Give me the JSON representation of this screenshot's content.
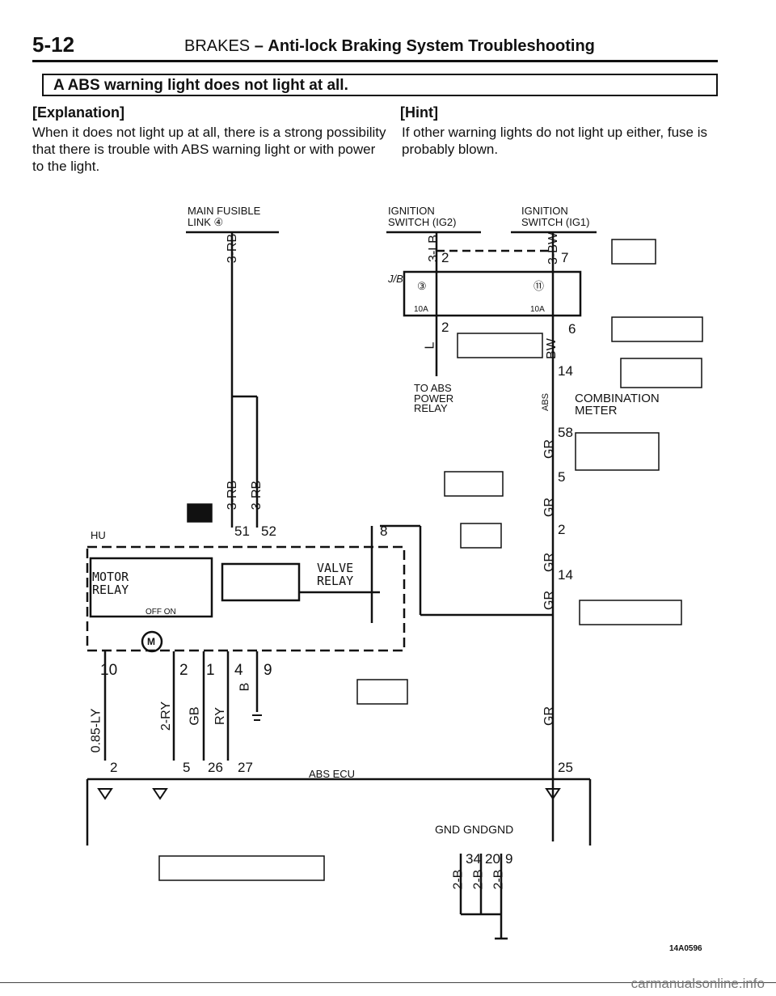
{
  "header": {
    "page_number": "5-12",
    "section": "BRAKES",
    "dash": "–",
    "subtitle": "Anti-lock Braking System Troubleshooting"
  },
  "symptom_box": "A ABS warning light does not light at all.",
  "explanation": {
    "heading": "[Explanation]",
    "text": "When it does not light up at all, there is a strong possibility that there is trouble with ABS warning light or with power to the light."
  },
  "hint": {
    "heading": "[Hint]",
    "text": "If other warning lights do not light up either, fuse is probably blown."
  },
  "diagram": {
    "labels": {
      "main_fusible": "MAIN FUSIBLE",
      "link": "LINK ④",
      "ign_ig2_a": "IGNITION",
      "ign_ig2_b": "SWITCH (IG2)",
      "ign_ig1_a": "IGNITION",
      "ign_ig1_b": "SWITCH (IG1)",
      "jb": "J/B",
      "fuse3": "③",
      "fuse11": "⑪",
      "amp_a": "10A",
      "amp_b": "10A",
      "to_abs_1": "TO ABS",
      "to_abs_2": "POWER",
      "to_abs_3": "RELAY",
      "combo_1": "COMBINATION",
      "combo_2": "METER",
      "hu": "HU",
      "motor_1": "MOTOR",
      "motor_2": "RELAY",
      "valve_1": "VALVE",
      "valve_2": "RELAY",
      "off_on": "OFF ON",
      "motor": "M",
      "abs_ecu": "ABS ECU",
      "gnd": "GND GNDGND"
    },
    "wires": {
      "w_3rb": "3-RB",
      "w_3lb": "3-LB",
      "w_3bw": "3-BW",
      "w_l": "L",
      "w_bw": "BW",
      "w_abs": "ABS",
      "w_gr": "GR",
      "w_b": "B",
      "w_085ly": "0.85-LY",
      "w_2ry": "2-RY",
      "w_gb": "GB",
      "w_ry": "RY",
      "w_2b": "2-B"
    },
    "pins": [
      "2",
      "7",
      "2",
      "6",
      "14",
      "58",
      "5",
      "2",
      "14",
      "51",
      "52",
      "8",
      "10",
      "2",
      "1",
      "4",
      "9",
      "2",
      "5",
      "26",
      "27",
      "25",
      "34",
      "20",
      "9"
    ]
  },
  "figure_code": "14A0596",
  "watermark": "carmanualsonline.info"
}
